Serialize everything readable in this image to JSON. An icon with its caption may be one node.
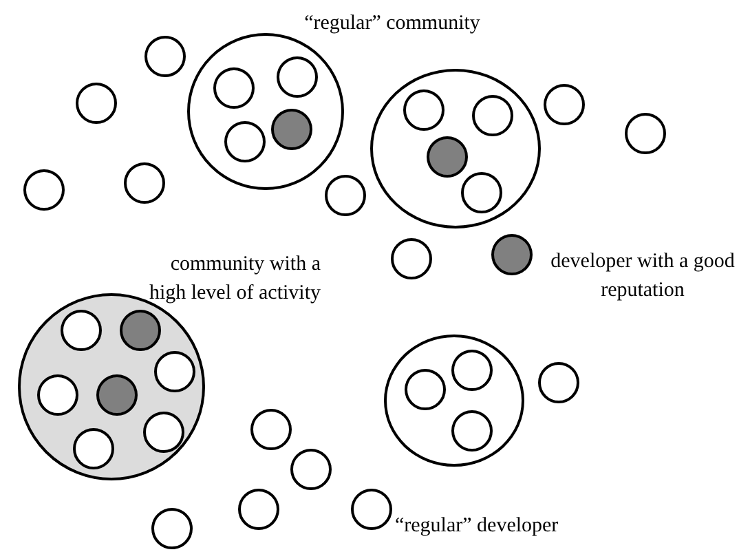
{
  "diagram": {
    "nodes": [
      {
        "text": [],
        "shape": "circle",
        "beside": [
          "“regular” community"
        ]
      },
      {
        "text": [],
        "shape": "circle",
        "in": 0
      },
      {
        "text": [],
        "shape": "circle",
        "in": 0
      },
      {
        "text": [],
        "shape": "circle",
        "in": 0
      },
      {
        "text": [],
        "shape": "circle",
        "in": 0
      },
      {
        "text": [],
        "shape": "circle"
      },
      {
        "text": [],
        "shape": "circle"
      },
      {
        "text": [],
        "shape": "circle"
      },
      {
        "text": [],
        "shape": "circle",
        "in": 7
      },
      {
        "text": [],
        "shape": "circle",
        "in": 7
      },
      {
        "text": [],
        "shape": "circle",
        "in": 7
      },
      {
        "text": [],
        "shape": "circle",
        "in": 7
      },
      {
        "text": [],
        "shape": "circle"
      },
      {
        "text": [],
        "shape": "circle"
      },
      {
        "text": [],
        "shape": "circle"
      },
      {
        "text": [],
        "shape": "circle"
      },
      {
        "text": [],
        "shape": "circle"
      },
      {
        "text": [],
        "shape": "circle"
      },
      {
        "text": [],
        "shape": "circle",
        "beside": [
          "developer with a good reputation"
        ]
      },
      {
        "text": [],
        "shape": "circle",
        "beside": [
          "community with a high level of activity"
        ]
      },
      {
        "text": [],
        "shape": "circle",
        "in": 19
      },
      {
        "text": [],
        "shape": "circle",
        "in": 19
      },
      {
        "text": [],
        "shape": "circle",
        "in": 19
      },
      {
        "text": [],
        "shape": "circle",
        "in": 19
      },
      {
        "text": [],
        "shape": "circle",
        "in": 19
      },
      {
        "text": [],
        "shape": "circle",
        "in": 19
      },
      {
        "text": [],
        "shape": "circle",
        "in": 19
      },
      {
        "text": [],
        "shape": "circle"
      },
      {
        "text": [],
        "shape": "circle",
        "in": 27
      },
      {
        "text": [],
        "shape": "circle",
        "in": 27
      },
      {
        "text": [],
        "shape": "circle",
        "in": 27
      },
      {
        "text": [],
        "shape": "circle"
      },
      {
        "text": [],
        "shape": "circle"
      },
      {
        "text": [],
        "shape": "circle"
      },
      {
        "text": [],
        "shape": "circle"
      },
      {
        "text": [],
        "shape": "circle",
        "beside": [
          "“regular” developer"
        ]
      },
      {
        "text": [],
        "shape": "circle"
      }
    ]
  }
}
